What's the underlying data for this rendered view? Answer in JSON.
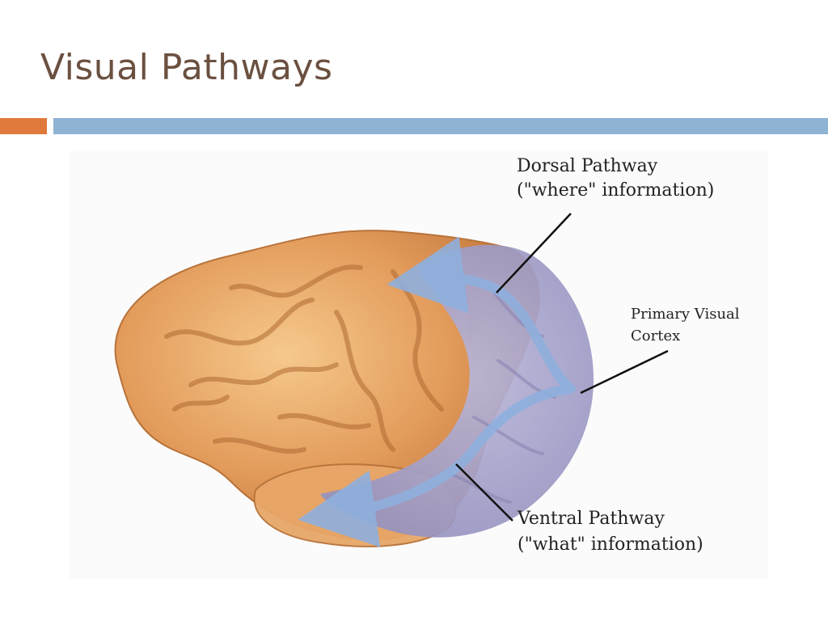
{
  "slide": {
    "title": "Visual Pathways",
    "accent_orange": "#e07a3c",
    "accent_blue": "#8fb3d3",
    "title_color": "#6b5040"
  },
  "figure": {
    "labels": {
      "dorsal_line1": "Dorsal Pathway",
      "dorsal_line2": "(\"where\" information)",
      "primary_line1": "Primary Visual",
      "primary_line2": "Cortex",
      "ventral_line1": "Ventral Pathway",
      "ventral_line2": "(\"what\" information)"
    },
    "colors": {
      "frontal_lobe": "#e9a566",
      "occipital_lobe": "#a9a6cc",
      "pathway_arrow": "#8fb0de"
    }
  }
}
